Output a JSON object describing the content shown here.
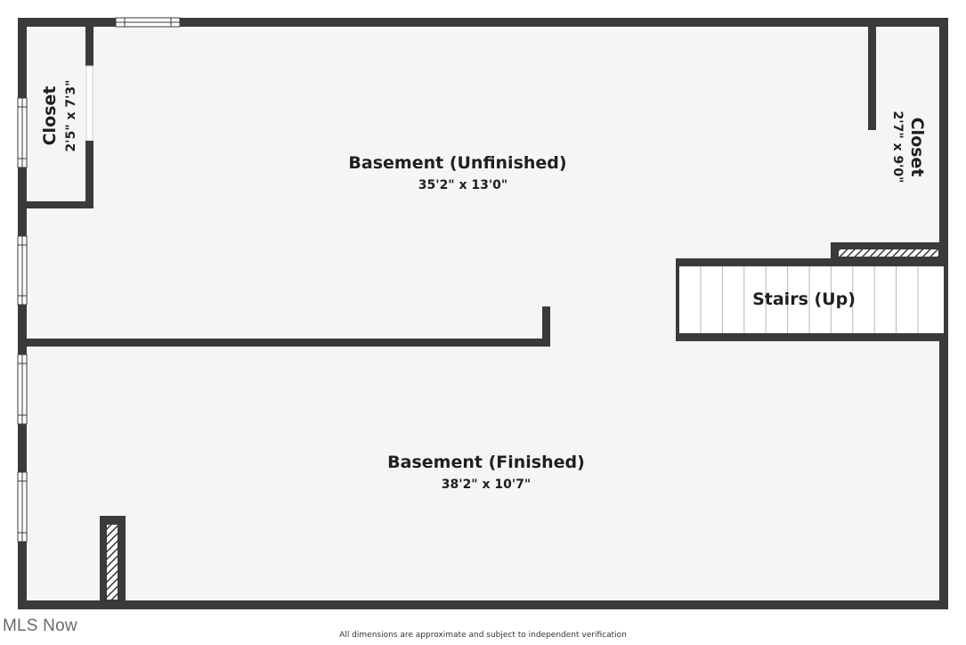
{
  "colors": {
    "wall": "#3a3a3a",
    "floor": "#f5f5f5",
    "window": "#ffffff",
    "text": "#1f1f1f"
  },
  "rooms": {
    "closet_left": {
      "name": "Closet",
      "dims": "2'5\" x 7'3\""
    },
    "closet_right": {
      "name": "Closet",
      "dims": "2'7\" x 9'0\""
    },
    "basement_unfinished": {
      "name": "Basement (Unfinished)",
      "dims": "35'2\" x 13'0\""
    },
    "basement_finished": {
      "name": "Basement (Finished)",
      "dims": "38'2\" x 10'7\""
    },
    "stairs": {
      "name": "Stairs (Up)"
    }
  },
  "footer": {
    "brand": "MLS Now",
    "disclaimer": "All dimensions are approximate and subject to independent verification"
  }
}
